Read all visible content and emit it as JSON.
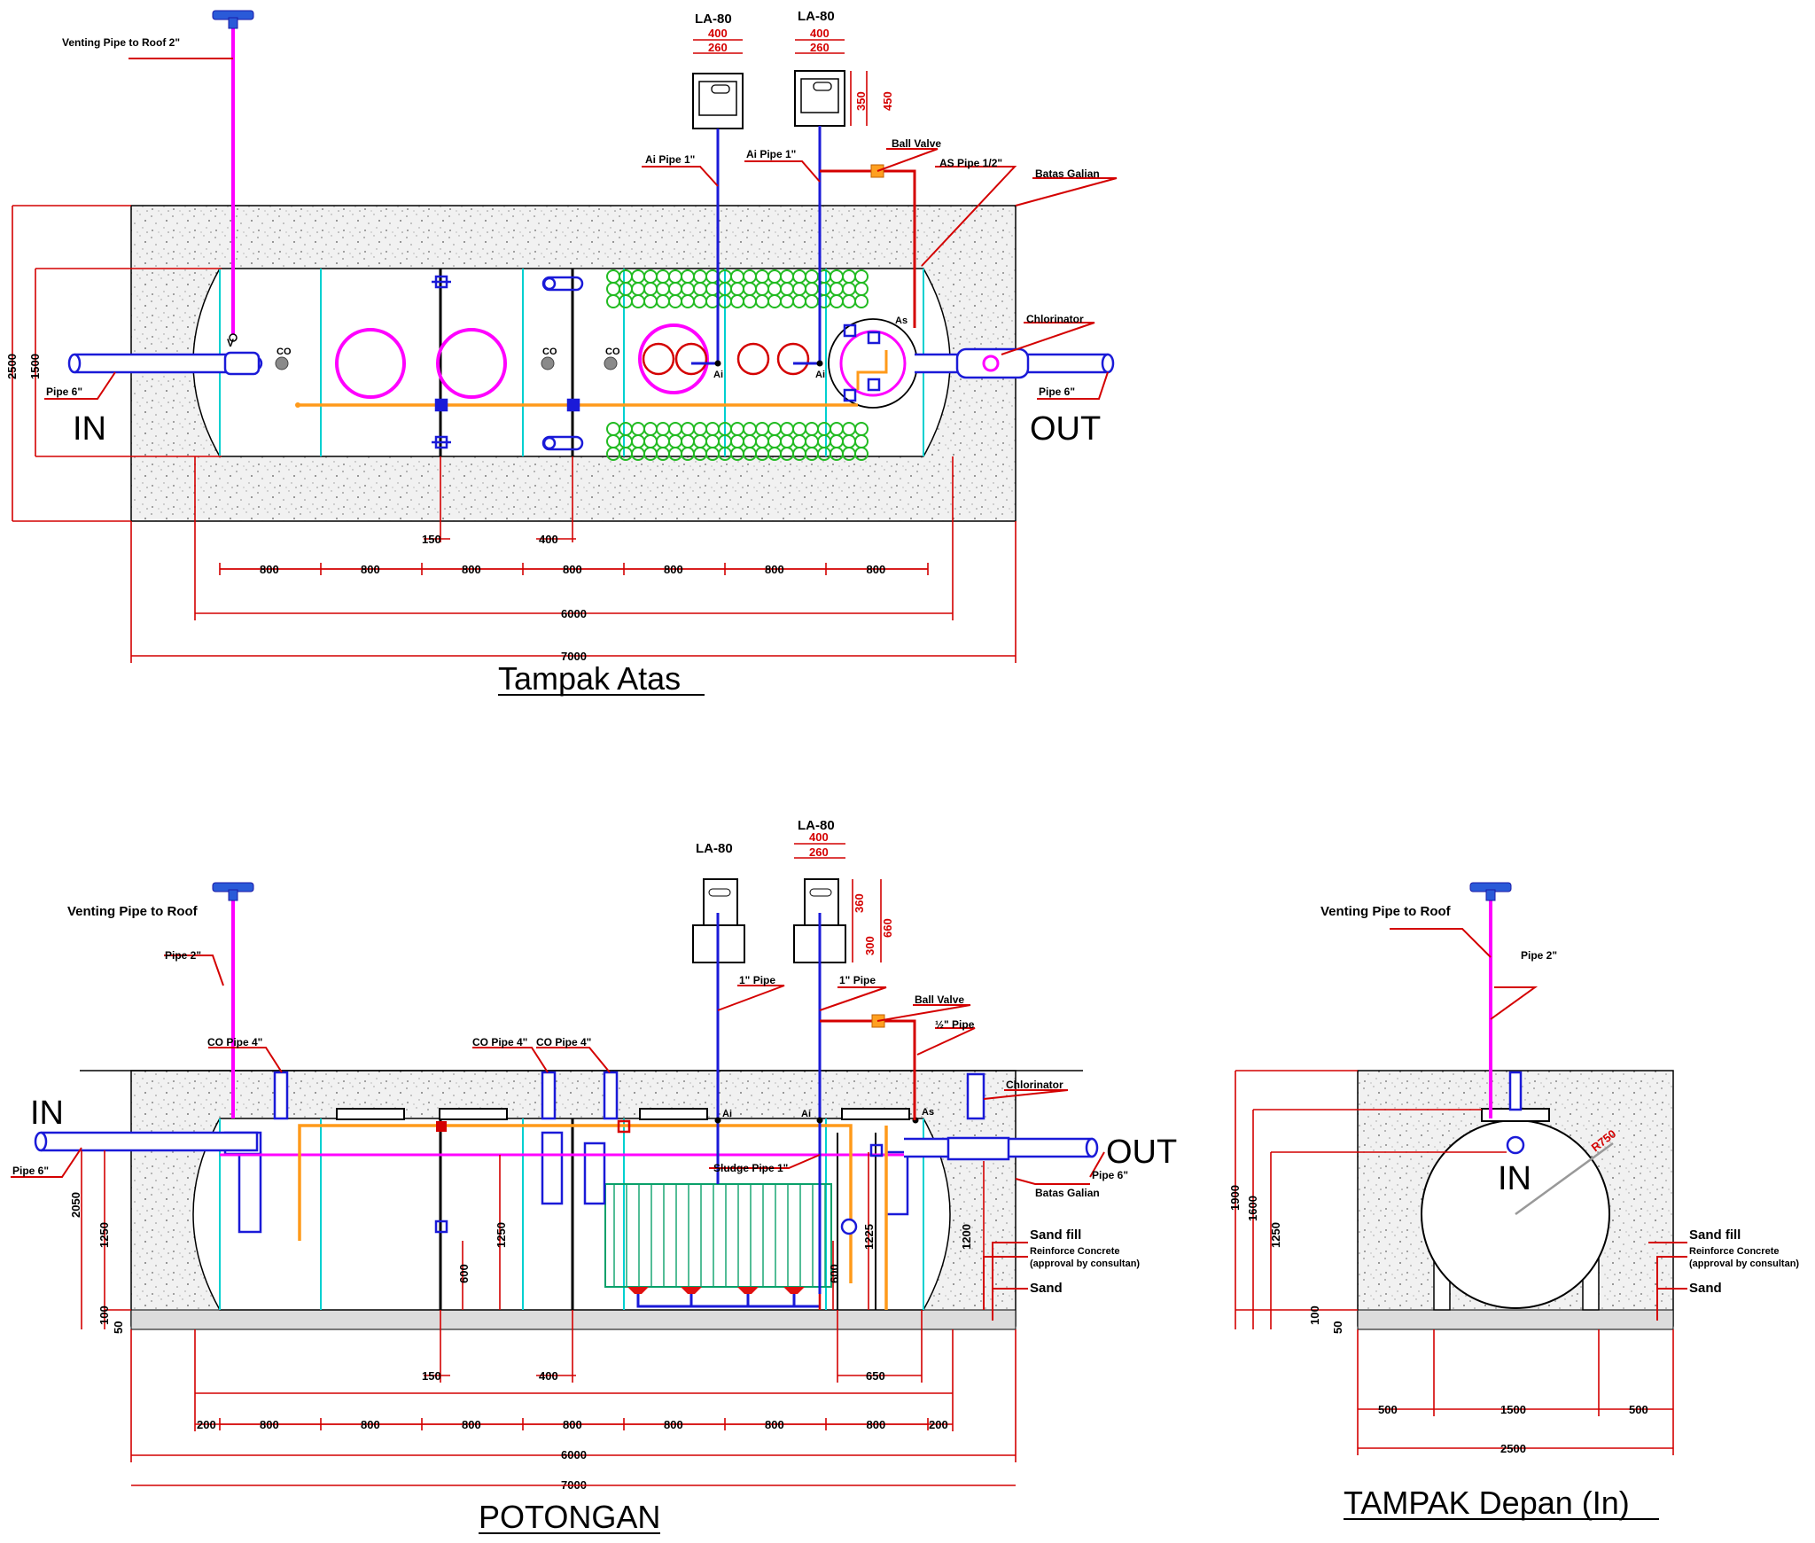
{
  "top_view": {
    "title": "Tampak Atas",
    "label_in": "IN",
    "label_out": "OUT",
    "callouts": {
      "venting": "Venting Pipe to Roof 2\"",
      "la1": "LA-80",
      "la2": "LA-80",
      "ai1": "Ai Pipe 1\"",
      "ai2": "Ai Pipe 1\"",
      "ball_valve": "Ball Valve",
      "as_pipe": "AS Pipe 1/2\"",
      "batas": "Batas Galian",
      "chlorinator": "Chlorinator",
      "pipe_in": "Pipe 6\"",
      "pipe_out": "Pipe 6\"",
      "co": "CO",
      "v": "V",
      "ai": "Ai",
      "as": "As"
    },
    "blower_dims": {
      "w1": "400",
      "w2": "260",
      "h1": "350",
      "h2": "450"
    },
    "dims": {
      "h_total": "2500",
      "h_tank": "1500",
      "segments": [
        "800",
        "800",
        "800",
        "800",
        "800",
        "800",
        "800"
      ],
      "d150": "150",
      "d400": "400",
      "tank_len": "6000",
      "total_len": "7000"
    }
  },
  "section": {
    "title": "POTONGAN",
    "label_in": "IN",
    "label_out": "OUT",
    "callouts": {
      "venting": "Venting Pipe to Roof",
      "pipe2": "Pipe 2\"",
      "co1": "CO Pipe 4\"",
      "co2": "CO Pipe 4\"",
      "co3": "CO Pipe 4\"",
      "la1": "LA-80",
      "la2": "LA-80",
      "pipe1a": "1\" Pipe",
      "pipe1b": "1\" Pipe",
      "ball_valve": "Ball Valve",
      "half_pipe": "½\" Pipe",
      "chlorinator": "Chlorinator",
      "pipe_out": "Pipe 6\"",
      "pipe_in": "Pipe 6\"",
      "batas": "Batas Galian",
      "sand_fill": "Sand fill",
      "rc1": "Reinforce Concrete",
      "rc2": "(approval by consultan)",
      "sand": "Sand",
      "sludge": "Sludge Pipe 1\"",
      "ai": "Ai",
      "as": "As"
    },
    "blower_dims": {
      "w1": "400",
      "w2": "260",
      "h1": "360",
      "h2": "660",
      "h3": "300"
    },
    "dims": {
      "h2050": "2050",
      "h1250a": "1250",
      "h1250b": "1250",
      "h600a": "600",
      "h600b": "600",
      "h1225": "1225",
      "h1200": "1200",
      "h100": "100",
      "h50": "50",
      "d150": "150",
      "d400": "400",
      "d650": "650",
      "d200a": "200",
      "d200b": "200",
      "segments": [
        "800",
        "800",
        "800",
        "800",
        "800",
        "800",
        "800"
      ],
      "tank_len": "6000",
      "total_len": "7000"
    }
  },
  "front_view": {
    "title": "TAMPAK Depan (In)",
    "label_in": "IN",
    "callouts": {
      "venting": "Venting Pipe to Roof",
      "pipe2": "Pipe 2\"",
      "radius": "R750",
      "sand_fill": "Sand fill",
      "rc1": "Reinforce Concrete",
      "rc2": "(approval by consultan)",
      "sand": "Sand"
    },
    "dims": {
      "h1900": "1900",
      "h1600": "1600",
      "h1250": "1250",
      "h100": "100",
      "h50": "50",
      "w500a": "500",
      "w1500": "1500",
      "w500b": "500",
      "w2500": "2500"
    }
  }
}
